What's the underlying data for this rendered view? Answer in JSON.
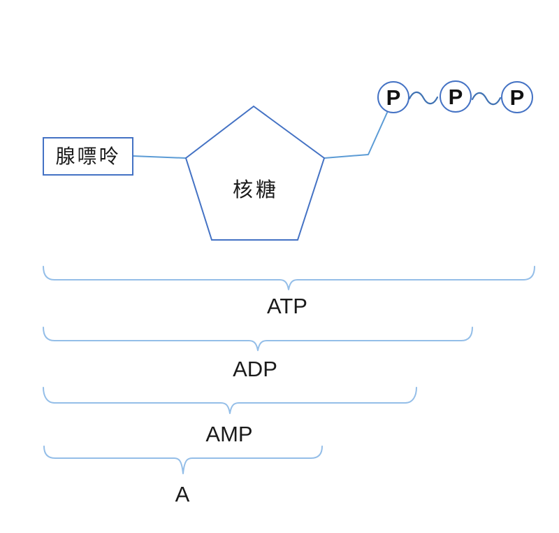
{
  "diagram": {
    "adenine": {
      "label": "腺嘌呤"
    },
    "ribose": {
      "label": "核糖"
    },
    "phosphates": [
      {
        "label": "P"
      },
      {
        "label": "P"
      },
      {
        "label": "P"
      }
    ],
    "bonds": {
      "symbol": "~",
      "count": 2
    },
    "groups": [
      {
        "label": "ATP"
      },
      {
        "label": "ADP"
      },
      {
        "label": "AMP"
      },
      {
        "label": "A"
      }
    ],
    "colors": {
      "shape_stroke": "#4472C4",
      "connector": "#5B9BD5",
      "bond": "#4173B3",
      "brace": "#94BEE8",
      "text": "#1a1a1a",
      "background": "#ffffff"
    }
  }
}
